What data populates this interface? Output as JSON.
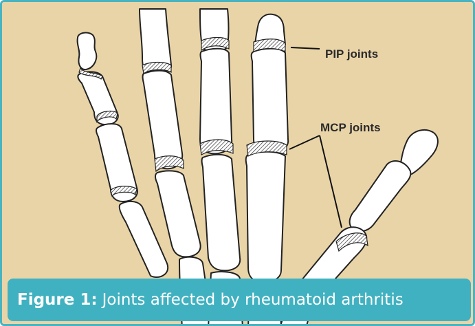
{
  "figure": {
    "labels": {
      "pip": "PIP joints",
      "mcp": "MCP joints"
    },
    "caption": {
      "prefix": "Figure 1:",
      "text": "Joints affected by rheumatoid arthritis"
    },
    "colors": {
      "background": "#e9d4a8",
      "bone_fill": "#ffffff",
      "bone_outline": "#222222",
      "frame": "#4ab3c0",
      "caption_bg": "#40b1c0",
      "caption_text": "#ffffff"
    }
  }
}
